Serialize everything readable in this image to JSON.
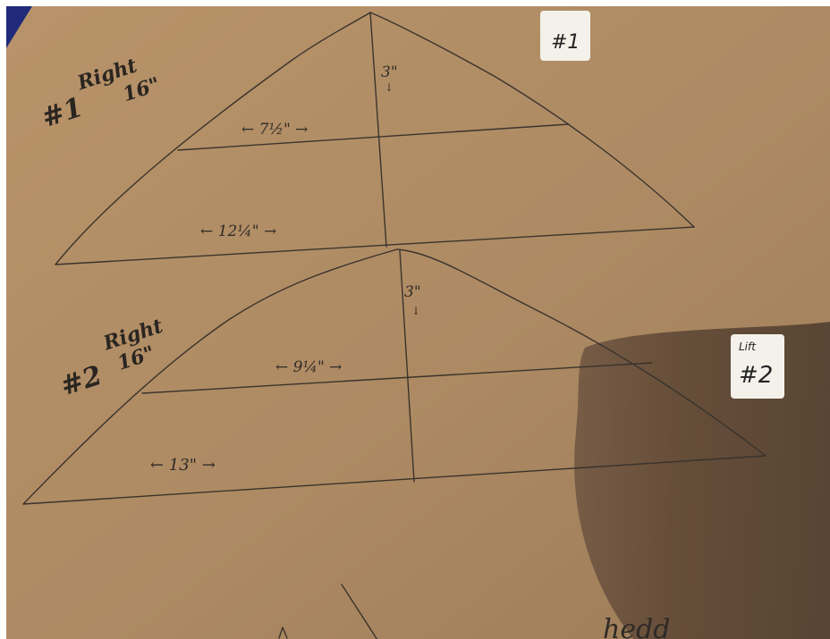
{
  "piece1": {
    "label_number": "#1",
    "label_word": "Right",
    "label_size": "16\"",
    "height_mark": "3\"",
    "mid_width": "← 7½\" →",
    "base_width": "← 12¼\" →"
  },
  "piece2": {
    "label_number": "#2",
    "label_word": "Right",
    "label_size": "16\"",
    "height_mark": "3\"",
    "mid_width": "← 9¼\" →",
    "base_width": "← 13\" →"
  },
  "tags": {
    "tag1_text": "#1",
    "tag2_small": "Lift",
    "tag2_text": "#2"
  },
  "bottom_note": "hedd",
  "colors": {
    "cardboard": "#b99468",
    "shadow": "#5b4634",
    "pencil": "#3a332c",
    "tag": "#f4f1ea",
    "corner_blue": "#1f2a7a"
  }
}
